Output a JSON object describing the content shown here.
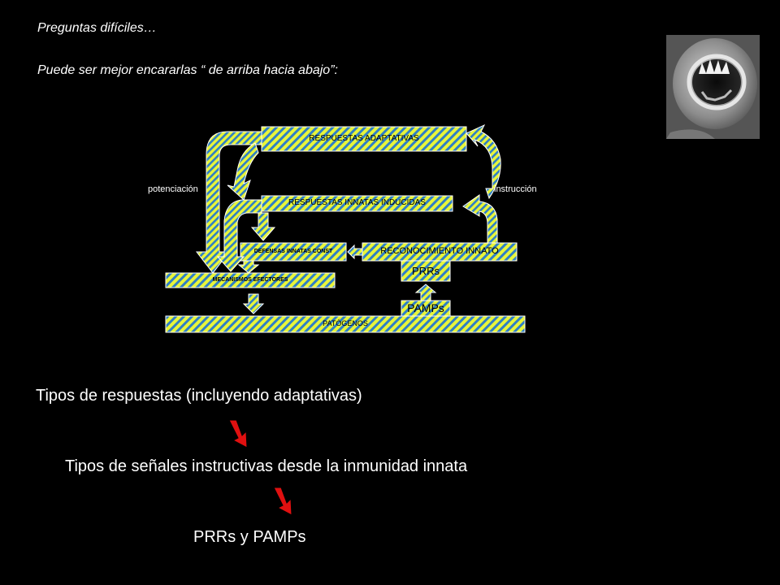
{
  "header": {
    "title": "Preguntas difíciles…",
    "subtitle": "Puede ser mejor encararlas “ de arriba hacia abajo”:"
  },
  "diagram": {
    "boxes": {
      "adaptive": "RESPUESTAS ADAPTATIVAS",
      "innate_induced": "RESPUESTAS INNATAS INDUCIDAS",
      "innate_constitutive": "DEFENSAS INNATAS CONST",
      "innate_recognition": "RECONOCIMIENTO INNATO",
      "effectors": "MECANISMOS EFECTORES",
      "pathogens": "PATÓGENOS",
      "prrs": "PRRs",
      "pamps": "PAMPs"
    },
    "left_label": "potenciación",
    "right_label": "instrucción"
  },
  "steps": {
    "step1": "Tipos de respuestas (incluyendo adaptativas)",
    "step2": "Tipos de señales instructivas desde la inmunidad innata",
    "step3": "PRRs y PAMPs"
  },
  "image": {
    "alt_icon": "nematode-mouth-micrograph"
  },
  "colors": {
    "hatch_yellow": "#e8f53a",
    "hatch_blue": "#2f7fc6",
    "arrow_red": "#e01010"
  }
}
